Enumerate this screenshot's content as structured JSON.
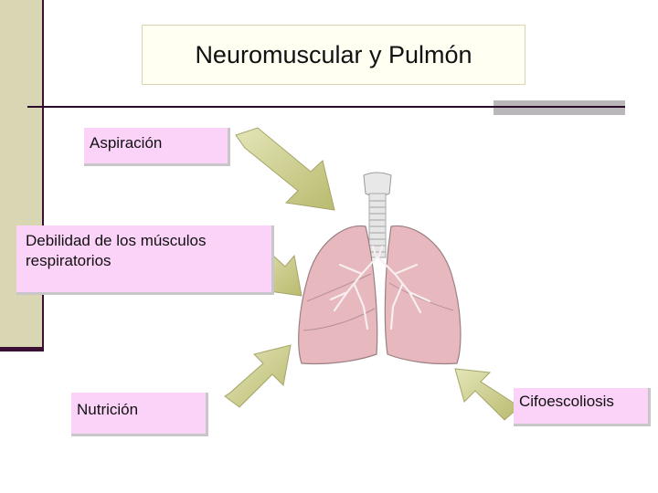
{
  "title": "Neuromuscular y Pulmón",
  "labels": {
    "aspiracion": "Aspiración",
    "debilidad": "Debilidad de los músculos respiratorios",
    "nutricion": "Nutrición",
    "cifoescoliosis": "Cifoescoliosis"
  },
  "colors": {
    "label_fill": "#fbd3f8",
    "arrow_fill": "#cfd08f",
    "lung_fill": "#e7b8bd",
    "sidebar": "#d9d6b4",
    "rule": "#2a0b2a"
  },
  "icons": [
    "lungs-illustration",
    "arrow-icon"
  ]
}
